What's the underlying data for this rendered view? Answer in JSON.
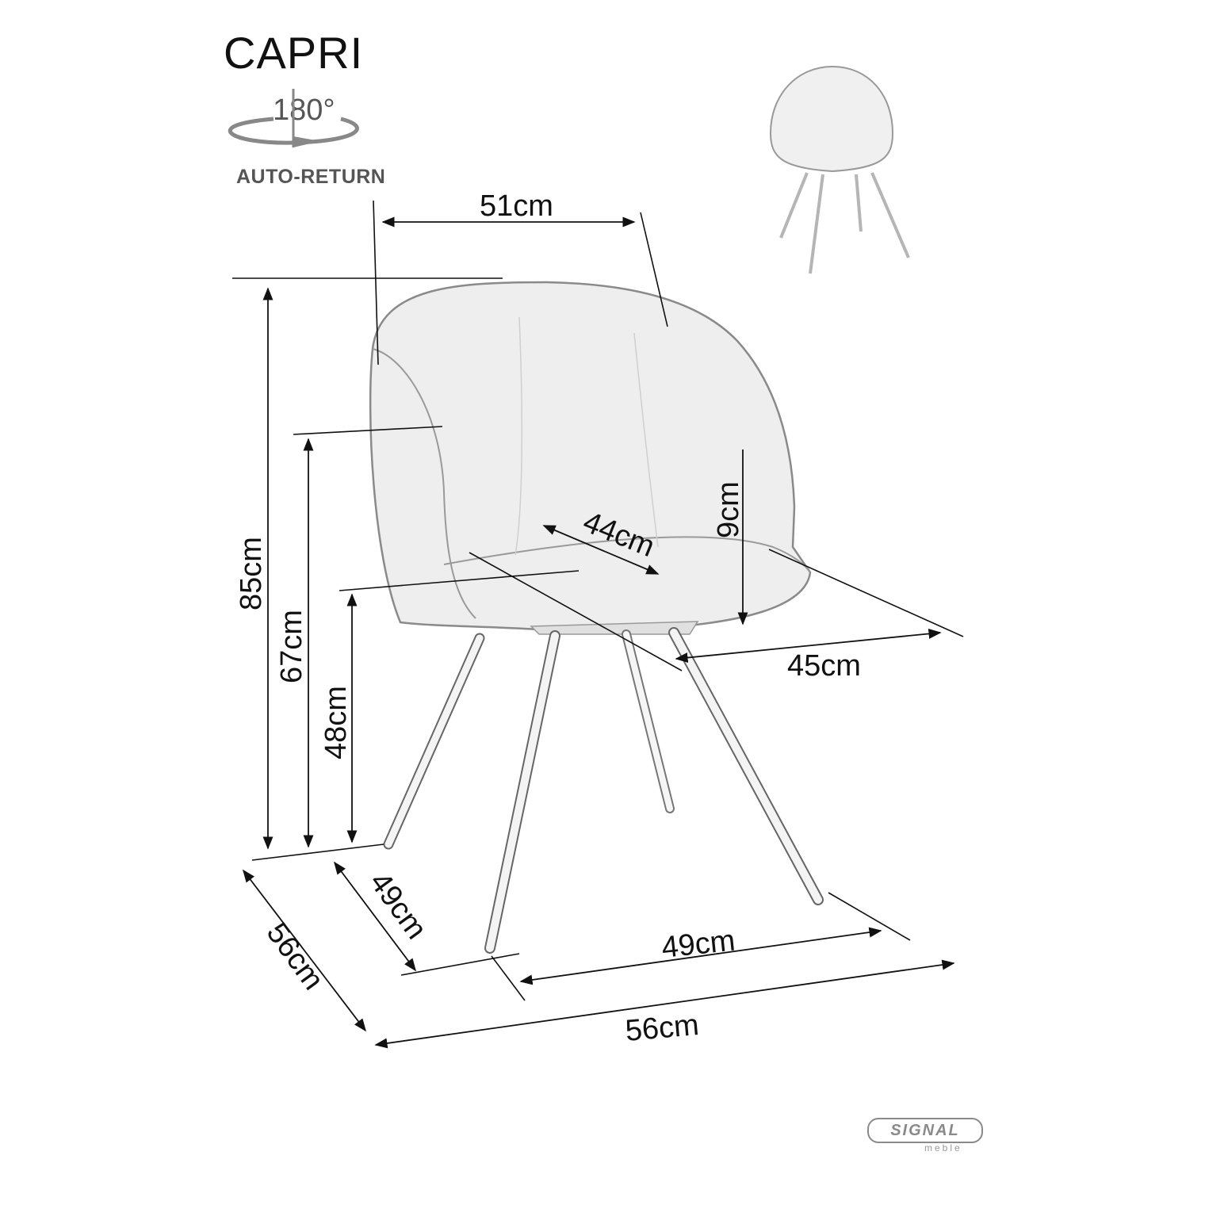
{
  "product": {
    "name": "CAPRI"
  },
  "rotation": {
    "degrees": "180°",
    "label": "AUTO-RETURN"
  },
  "dimensions": {
    "width": "51cm",
    "height_total": "85cm",
    "armrest_height": "67cm",
    "seat_height": "48cm",
    "seat_width": "44cm",
    "armrest_above_seat": "9cm",
    "seat_depth": "45cm",
    "leg_span_depth": "49cm",
    "base_depth": "56cm",
    "leg_span_width": "49cm",
    "base_width": "56cm"
  },
  "brand": {
    "name": "SIGNAL",
    "sub": "meble"
  }
}
